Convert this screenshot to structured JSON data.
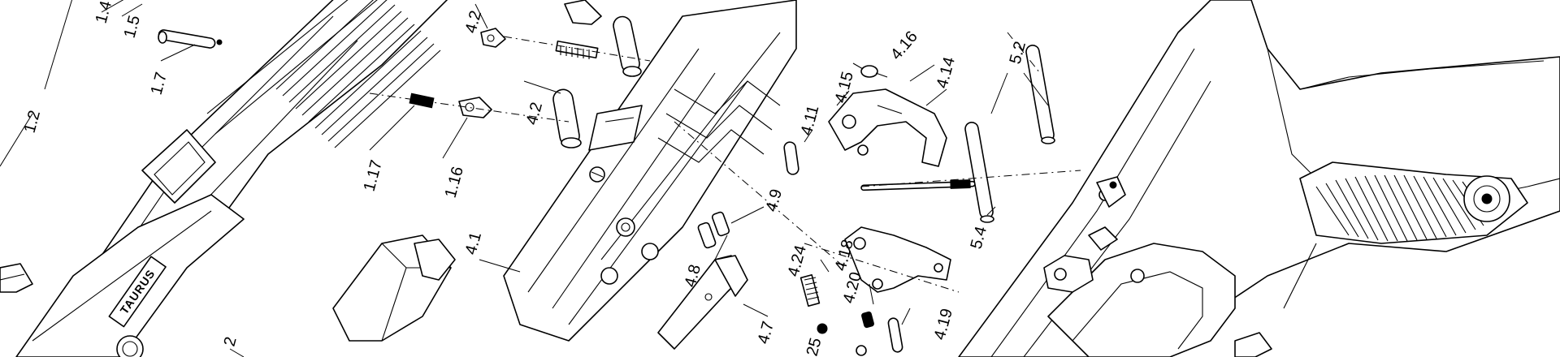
{
  "brand": {
    "frame_logo": "TAURUS"
  },
  "callouts": [
    {
      "id": "c-1-2",
      "text": "1.2"
    },
    {
      "id": "c-1-4",
      "text": "1.4"
    },
    {
      "id": "c-1-5",
      "text": "1.5"
    },
    {
      "id": "c-1-7",
      "text": "1.7"
    },
    {
      "id": "c-1-16",
      "text": "1.16"
    },
    {
      "id": "c-1-17",
      "text": "1.17"
    },
    {
      "id": "c-2",
      "text": "2"
    },
    {
      "id": "c-4-2a",
      "text": "4.2"
    },
    {
      "id": "c-4-2b",
      "text": "4.2"
    },
    {
      "id": "c-4-1",
      "text": "4.1"
    },
    {
      "id": "c-4-7",
      "text": "4.7"
    },
    {
      "id": "c-4-8",
      "text": "4.8"
    },
    {
      "id": "c-4-9",
      "text": "4.9"
    },
    {
      "id": "c-4-11",
      "text": "4.11"
    },
    {
      "id": "c-4-14",
      "text": "4.14"
    },
    {
      "id": "c-4-15",
      "text": "4.15"
    },
    {
      "id": "c-4-16",
      "text": "4.16"
    },
    {
      "id": "c-4-18",
      "text": "4.18"
    },
    {
      "id": "c-4-19",
      "text": "4.19"
    },
    {
      "id": "c-4-20",
      "text": "4.20"
    },
    {
      "id": "c-4-24",
      "text": "4.24"
    },
    {
      "id": "c-25",
      "text": "25"
    },
    {
      "id": "c-5-2",
      "text": "5.2"
    },
    {
      "id": "c-5-4",
      "text": "5.4"
    }
  ]
}
